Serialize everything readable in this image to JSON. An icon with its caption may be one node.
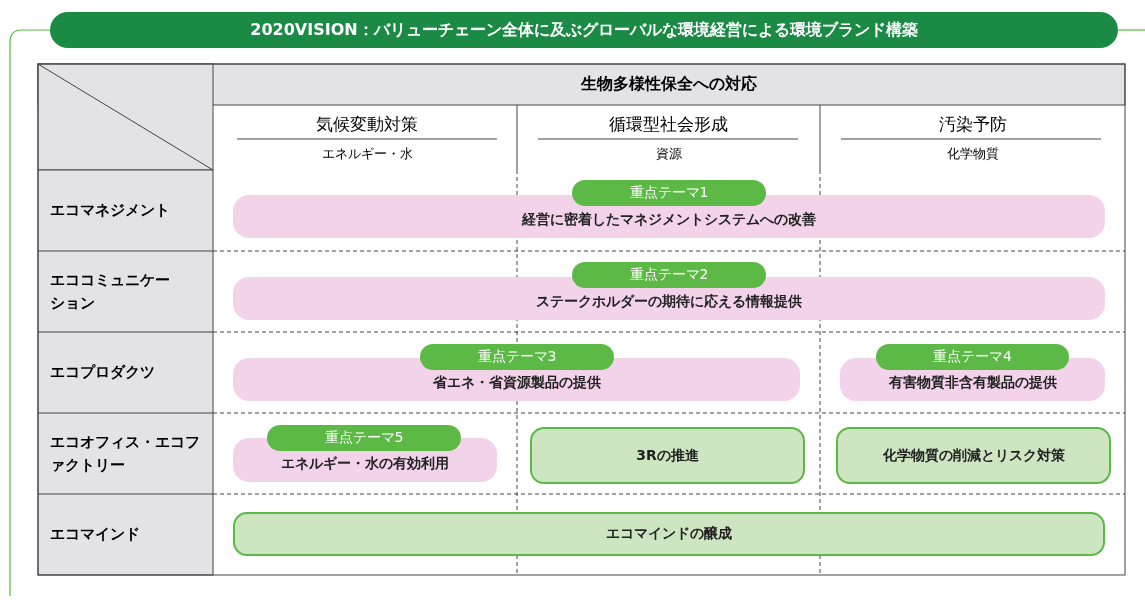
{
  "diagram": {
    "title": "2020VISION：バリューチェーン全体に及ぶグローバルな環境経営による環境ブランド構築",
    "nodes": [
      {
        "text": [
          "重点テーマ1"
        ]
      },
      {
        "text": [
          "経営に密着したマネジメントシステムへの改善"
        ]
      },
      {
        "text": [
          "重点テーマ2"
        ]
      },
      {
        "text": [
          "ステークホルダーの期待に応える情報提供"
        ]
      },
      {
        "text": [
          "重点テーマ3"
        ]
      },
      {
        "text": [
          "省エネ・省資源製品の提供"
        ]
      },
      {
        "text": [
          "重点テーマ4"
        ]
      },
      {
        "text": [
          "有害物質非含有製品の提供"
        ]
      },
      {
        "text": [
          "重点テーマ5"
        ]
      },
      {
        "text": [
          "エネルギー・水の有効利用"
        ]
      },
      {
        "text": [
          "3Rの推進"
        ]
      },
      {
        "text": [
          "化学物質の削減とリスク対策"
        ]
      },
      {
        "text": [
          "エコマインドの醸成"
        ]
      }
    ],
    "edges": [],
    "labels": [
      "生物多様性保全への対応",
      "気候変動対策",
      "循環型社会形成",
      "汚染予防",
      "エネルギー・水",
      "資源",
      "化学物質",
      "エコマネジメント",
      "エココミュニケーション",
      "エコプロダクツ",
      "エコオフィス・エコファクトリー",
      "エコマインド"
    ]
  }
}
